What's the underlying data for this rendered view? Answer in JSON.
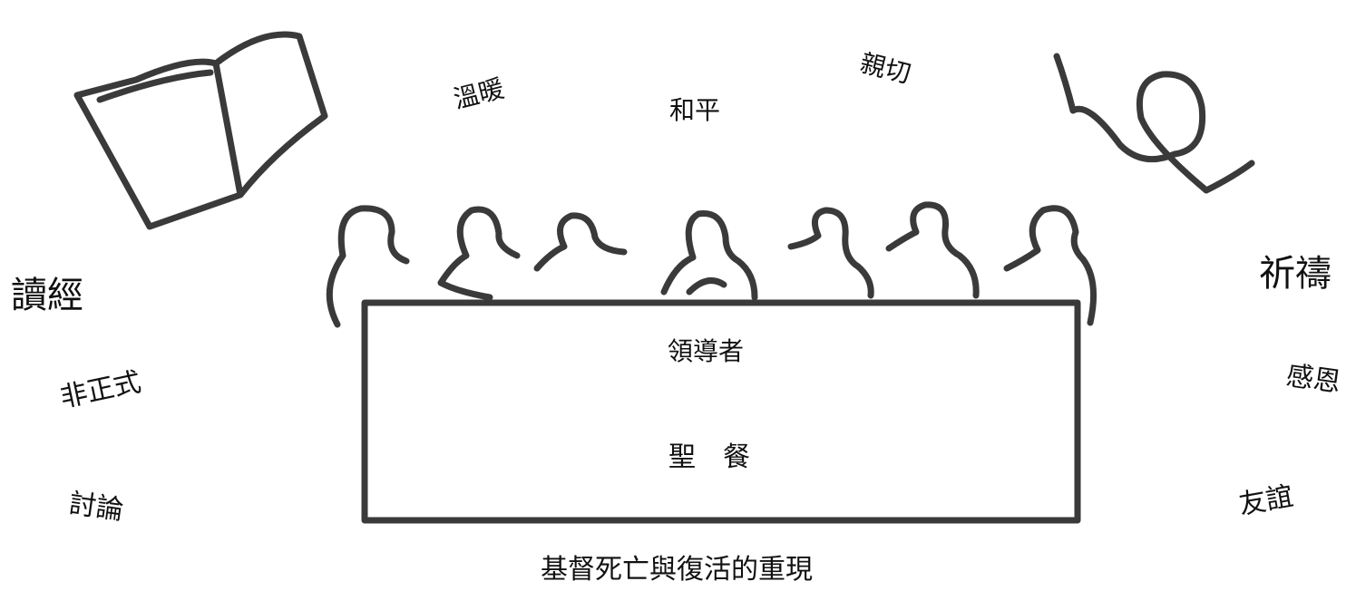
{
  "words": {
    "warmth": "溫暖",
    "peace": "和平",
    "intimacy": "親切",
    "bible_reading": "讀經",
    "informal": "非正式",
    "discussion": "討論",
    "prayer": "祈禱",
    "thanksgiving": "感恩",
    "friendship": "友誼"
  },
  "table": {
    "leader": "領導者",
    "communion": "聖　餐"
  },
  "caption": "基督死亡與復活的重現"
}
